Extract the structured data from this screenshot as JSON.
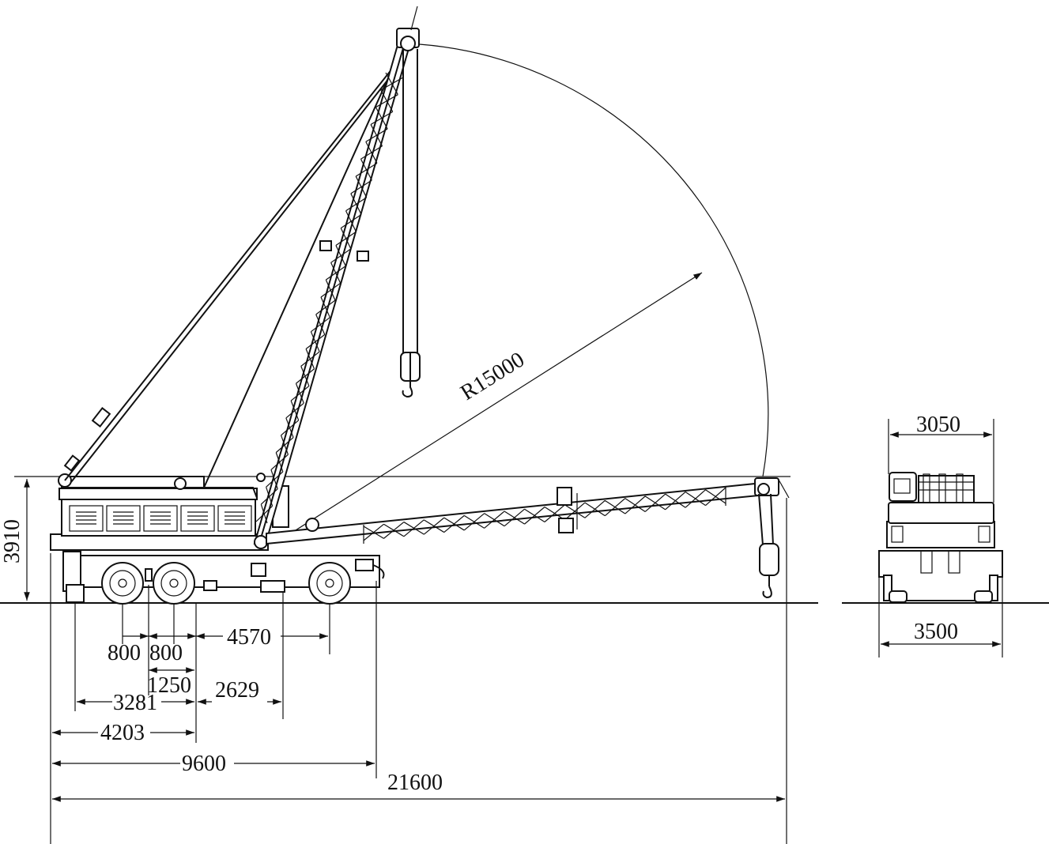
{
  "drawing": {
    "side_view": {
      "radius_label": "R15000",
      "height_label": "3910",
      "dimensions": {
        "axle_gap_1": "800",
        "axle_gap_2": "800",
        "axle_to_rear": "4570",
        "axle_offset": "1250",
        "outrigger_to_axle": "3281",
        "axle_to_outrigger": "2629",
        "front_to_axle": "4203",
        "carrier_length": "9600",
        "overall_length": "21600"
      }
    },
    "end_view": {
      "top_width": "3050",
      "bottom_width": "3500"
    }
  }
}
